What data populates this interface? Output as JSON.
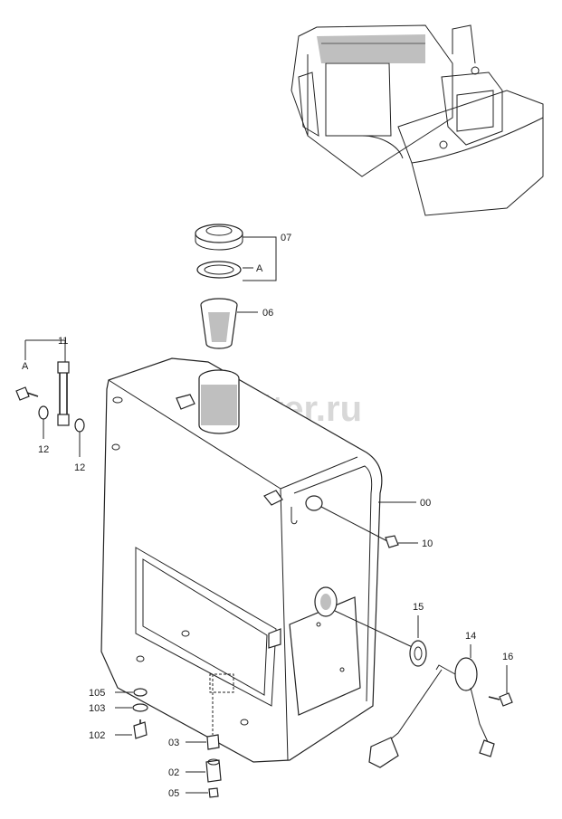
{
  "watermark": "autopiter.ru",
  "labels": {
    "tank": "00",
    "drain_plug": "02",
    "drain_cock": "03",
    "drain_plug_small": "05",
    "strainer": "06",
    "filler_cap": "07",
    "cap_10": "10",
    "level_gauge": "11",
    "gasket_12a": "12",
    "gasket_12b": "12",
    "gasket_15": "15",
    "fuel_sensor": "14",
    "bolt_16": "16",
    "washer_105": "105",
    "washer_103": "103",
    "bolt_102": "102",
    "ref_a_cap": "A",
    "ref_a_gauge": "A"
  }
}
